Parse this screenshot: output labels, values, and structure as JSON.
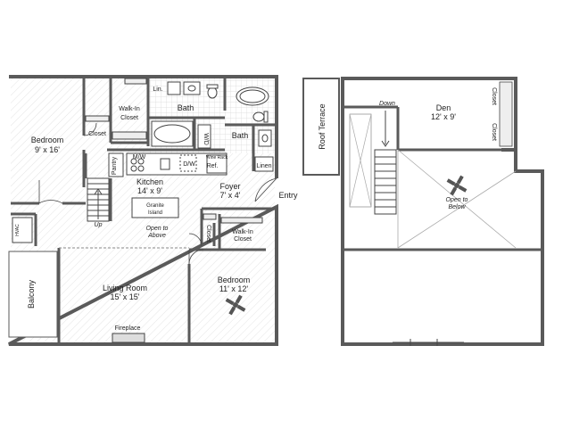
{
  "lower_level": {
    "bedroom_left": {
      "name": "Bedroom",
      "dims": "9' x 16'"
    },
    "walkin_closet_top": {
      "name": "Walk-In",
      "name2": "Closet"
    },
    "closet_left": "Closet",
    "lin": "Lin.",
    "bath_top": "Bath",
    "bath_right": "Bath",
    "wd": "W/D",
    "pantry": "Pantry",
    "mw": "M/W",
    "dw": "D/W",
    "wine_rack": "Wine Rack",
    "ref": "Ref.",
    "linen": "Linen",
    "kitchen": {
      "name": "Kitchen",
      "dims": "14' x 9'"
    },
    "foyer": {
      "name": "Foyer",
      "dims": "7' x 4'"
    },
    "entry": "Entry",
    "granite_island": {
      "line1": "Granite",
      "line2": "Island"
    },
    "open_to_above": {
      "line1": "Open to",
      "line2": "Above"
    },
    "up": "Up",
    "hvac": "HVAC",
    "closet_mid": "Closet",
    "walkin_closet_right": {
      "name": "Walk-In",
      "name2": "Closet"
    },
    "balcony": "Balcony",
    "living_room": {
      "name": "Living Room",
      "dims": "15' x 15'"
    },
    "bedroom_right": {
      "name": "Bedroom",
      "dims": "11' x 12'"
    },
    "fireplace": "Fireplace"
  },
  "upper_level": {
    "roof_terrace": "Roof Terrace",
    "down": "Down",
    "den": {
      "name": "Den",
      "dims": "12' x 9'"
    },
    "closet_a": "Closet",
    "closet_b": "Closet",
    "open_to_below": {
      "line1": "Open to",
      "line2": "Below"
    }
  },
  "colors": {
    "wall": "#5a5a5a",
    "floor_hatch": "#e6e6e6",
    "line": "#444444"
  }
}
